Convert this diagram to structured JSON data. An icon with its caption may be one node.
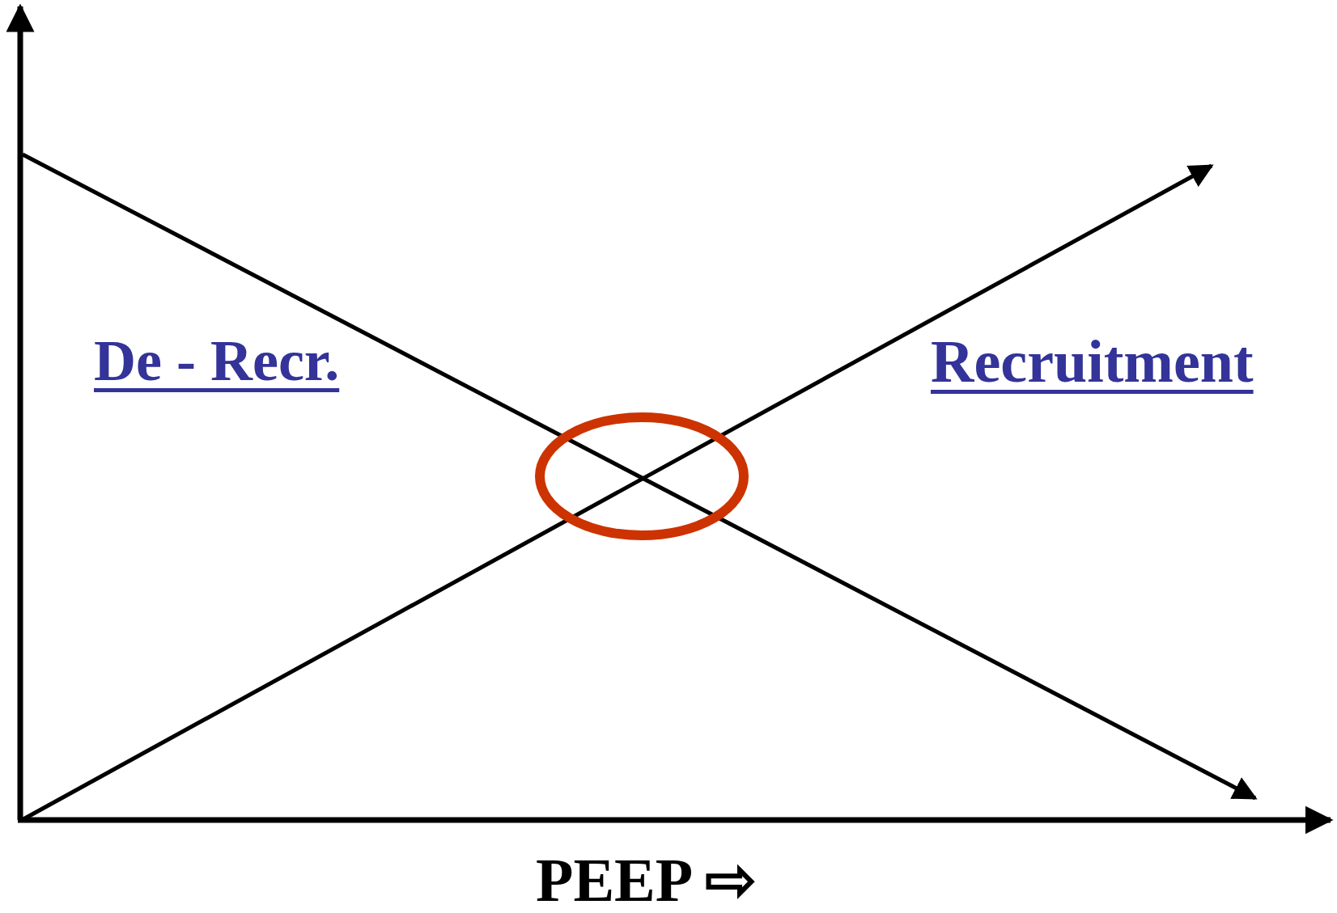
{
  "diagram": {
    "labels": [
      "De - Recr.",
      "Recruitment",
      "PEEP ⇨"
    ]
  }
}
